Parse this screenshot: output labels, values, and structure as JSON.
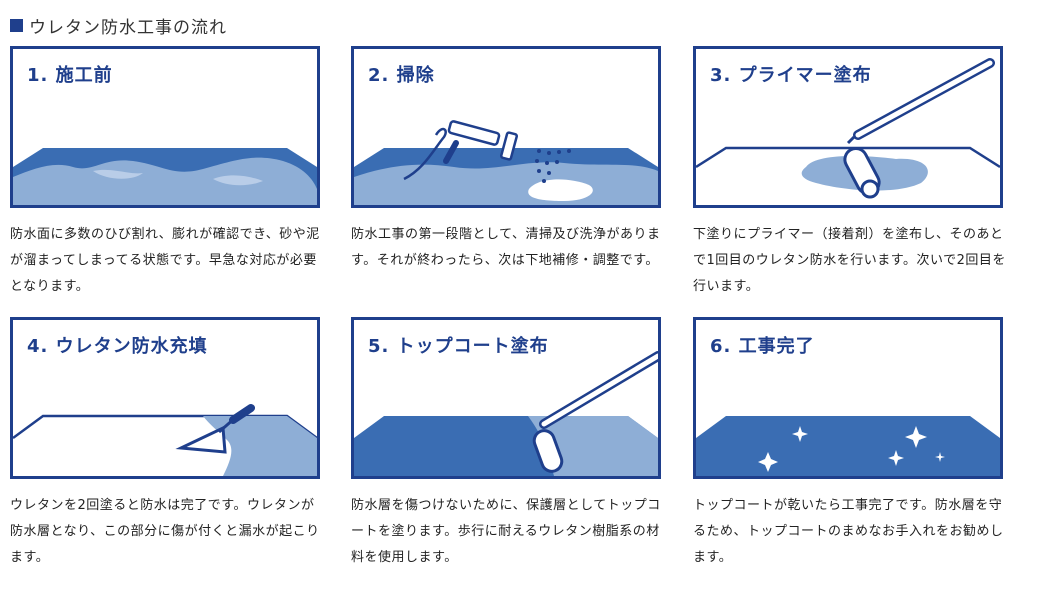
{
  "heading": "ウレタン防水工事の流れ",
  "steps": [
    {
      "title": "1. 施工前",
      "desc": "防水面に多数のひび割れ、膨れが確認でき、砂や泥が溜まってしまってる状態です。早急な対応が必要となります。"
    },
    {
      "title": "2. 掃除",
      "desc": "防水工事の第一段階として、清掃及び洗浄があります。それが終わったら、次は下地補修・調整です。"
    },
    {
      "title": "3. プライマー塗布",
      "desc": "下塗りにプライマー（接着剤）を塗布し、そのあとで1回目のウレタン防水を行います。次いで2回目を行います。"
    },
    {
      "title": "4. ウレタン防水充填",
      "desc": "ウレタンを2回塗ると防水は完了です。ウレタンが防水層となり、この部分に傷が付くと漏水が起こります。"
    },
    {
      "title": "5. トップコート塗布",
      "desc": "防水層を傷つけないために、保護層としてトップコートを塗ります。歩行に耐えるウレタン樹脂系の材料を使用します。"
    },
    {
      "title": "6. 工事完了",
      "desc": "トップコートが乾いたら工事完了です。防水層を守るため、トップコートのまめなお手入れをお勧めします。"
    }
  ],
  "colors": {
    "navy": "#1f3f8c",
    "blue": "#3a6db3",
    "light": "#8eaed6",
    "pale": "#b9cde8"
  }
}
